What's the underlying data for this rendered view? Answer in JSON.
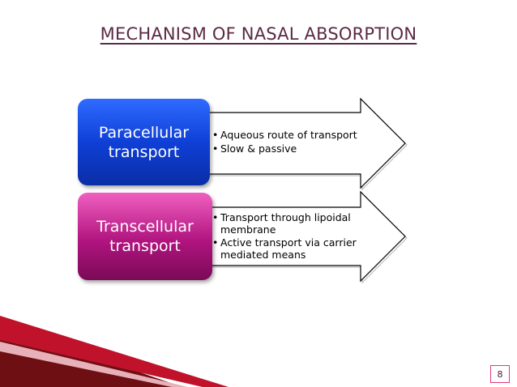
{
  "slide": {
    "title": "MECHANISM OF NASAL ABSORPTION",
    "page_number": "8"
  },
  "rows": [
    {
      "label_line1": "Paracellular",
      "label_line2": "transport",
      "color": "#1444e6",
      "bullets": [
        "Aqueous route of transport",
        "Slow & passive"
      ]
    },
    {
      "label_line1": "Transcellular",
      "label_line2": "transport",
      "color": "#c01488",
      "bullets": [
        "Transport through lipoidal membrane",
        "Active transport via carrier mediated means"
      ]
    }
  ],
  "colors": {
    "title": "#5b2a43",
    "accent": "#e23a7a",
    "decor_dark": "#6e0f14",
    "decor_red": "#c0122a"
  }
}
